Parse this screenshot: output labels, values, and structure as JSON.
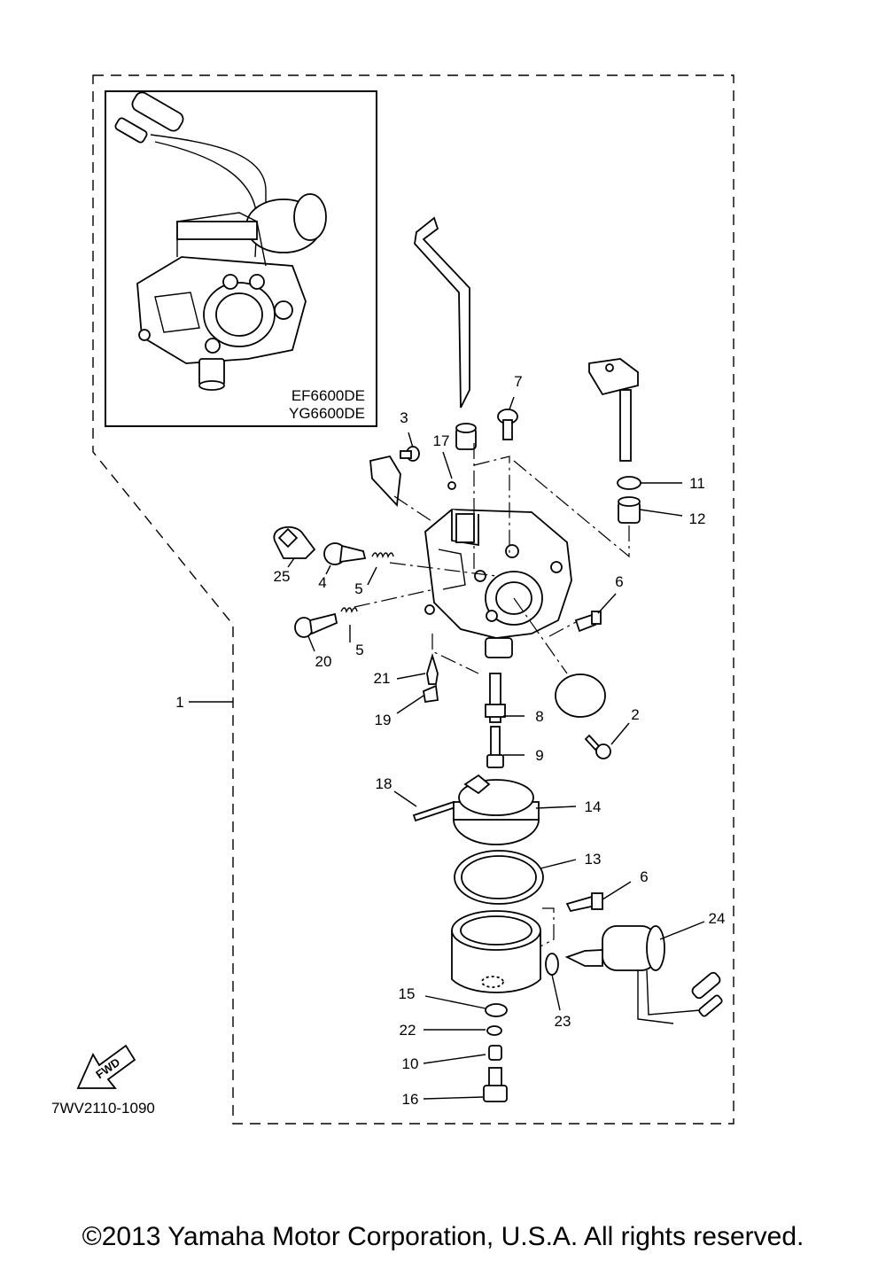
{
  "inset": {
    "model_1": "EF6600DE",
    "model_2": "YG6600DE"
  },
  "part_numbers": [
    "1",
    "2",
    "3",
    "4",
    "5",
    "5",
    "6",
    "6",
    "7",
    "8",
    "9",
    "10",
    "11",
    "12",
    "13",
    "14",
    "15",
    "16",
    "17",
    "18",
    "19",
    "20",
    "21",
    "22",
    "23",
    "24",
    "25"
  ],
  "fwd_label": "FWD",
  "diagram_code": "7WV2110-1090",
  "copyright": "©2013 Yamaha Motor Corporation, U.S.A. All rights reserved."
}
